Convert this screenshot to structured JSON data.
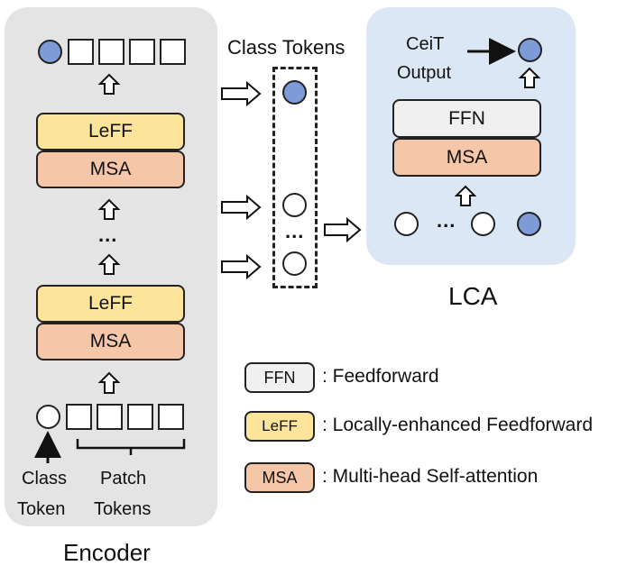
{
  "encoder": {
    "label": "Encoder",
    "upper_leff": "LeFF",
    "upper_msa": "MSA",
    "ellipsis": "...",
    "lower_leff": "LeFF",
    "lower_msa": "MSA",
    "class_token_label_1": "Class",
    "class_token_label_2": "Token",
    "patch_tokens_label_1": "Patch",
    "patch_tokens_label_2": "Tokens"
  },
  "class_tokens": {
    "label": "Class Tokens",
    "ellipsis": "..."
  },
  "lca": {
    "label": "LCA",
    "output_label_1": "CeiT",
    "output_label_2": "Output",
    "ffn": "FFN",
    "msa": "MSA",
    "ellipsis": "..."
  },
  "legend": {
    "items": [
      {
        "key": "FFN",
        "desc": ": Feedforward"
      },
      {
        "key": "LeFF",
        "desc": ": Locally-enhanced Feedforward"
      },
      {
        "key": "MSA",
        "desc": ": Multi-head Self-attention"
      }
    ]
  },
  "colors": {
    "leff": "#fce49a",
    "msa": "#f6c6a8",
    "ffn": "#f0f0f0",
    "class_token_fill": "#7d9bd6",
    "encoder_panel": "#e4e4e4",
    "lca_panel": "#dbe7f4"
  }
}
